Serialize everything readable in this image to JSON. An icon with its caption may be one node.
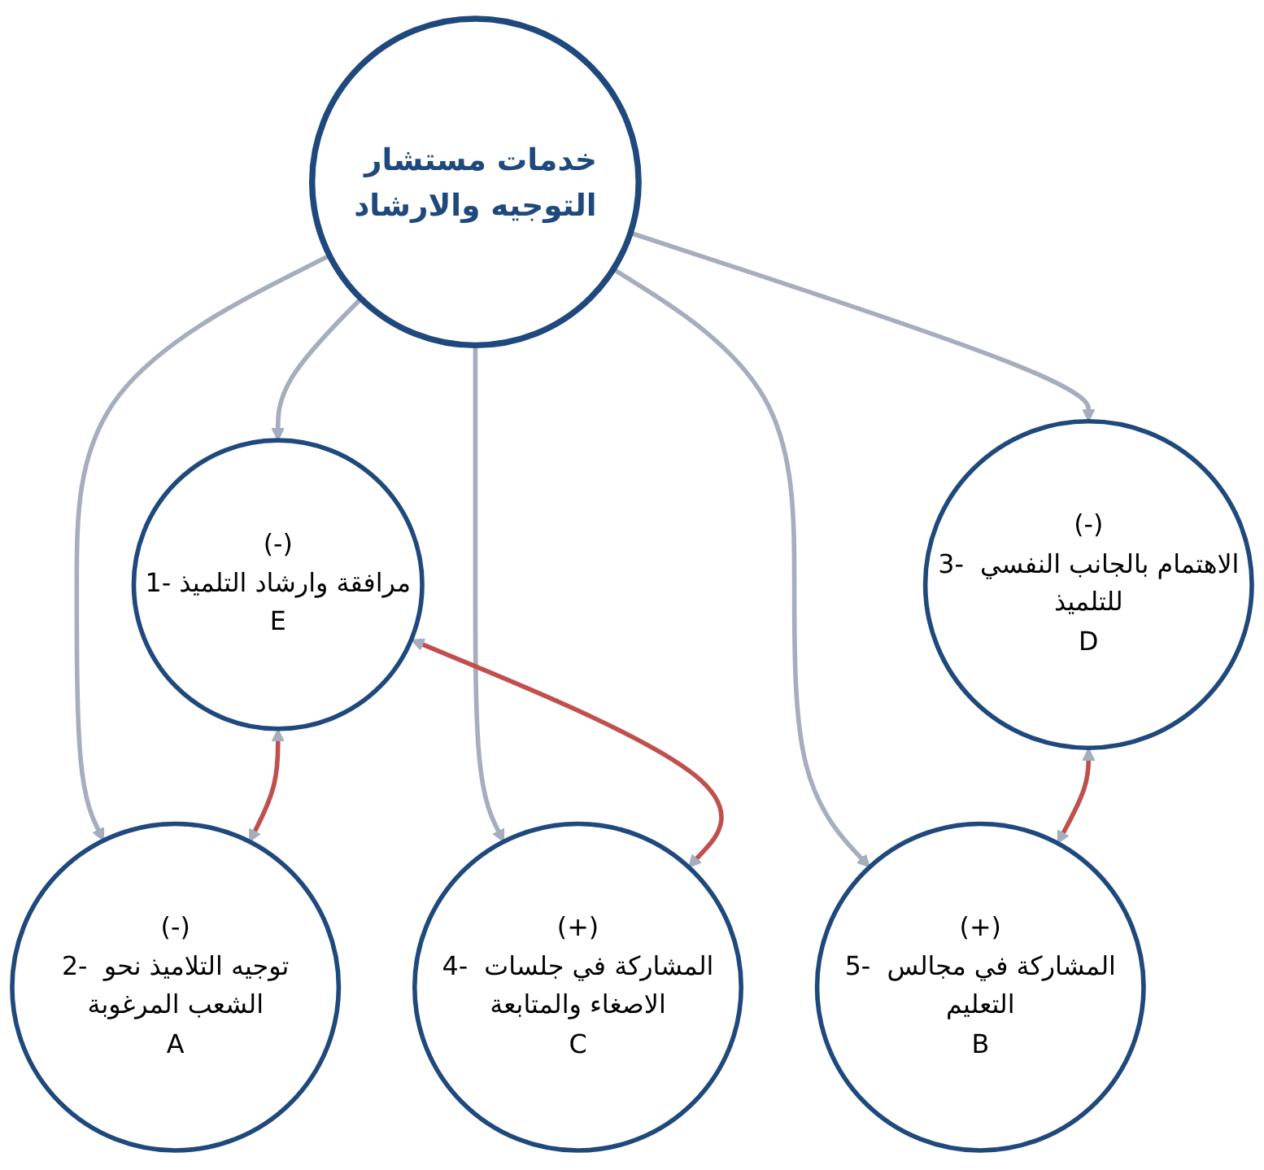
{
  "diagram": {
    "nodes": [
      {
        "text": [
          "خدمات مستشار التوجيه والارشاد"
        ]
      },
      {
        "text": [
          "(-)",
          "1- مرافقة وارشاد التلميذ",
          "E"
        ]
      },
      {
        "text": [
          "(-)",
          "2- توجيه التلاميذ نحو الشعب المرغوبة",
          "A"
        ]
      },
      {
        "text": [
          "(-)",
          "3- الاهتمام بالجانب النفسي للتلميذ",
          "D"
        ]
      },
      {
        "text": [
          "(+)",
          "4- المشاركة في جلسات الاصغاء والمتابعة",
          "C"
        ]
      },
      {
        "text": [
          "(+)",
          "5- المشاركة في مجالس التعليم",
          "B"
        ]
      }
    ],
    "edges": [
      {
        "from": 0,
        "to": 1,
        "arrow": "to"
      },
      {
        "from": 0,
        "to": 2,
        "arrow": "to"
      },
      {
        "from": 0,
        "to": 3,
        "arrow": "to"
      },
      {
        "from": 0,
        "to": 4,
        "arrow": "to"
      },
      {
        "from": 0,
        "to": 5,
        "arrow": "to"
      },
      {
        "from": 1,
        "to": 2,
        "arrow": "both",
        "color": "#c0504d"
      },
      {
        "from": 1,
        "to": 4,
        "arrow": "both",
        "color": "#c0504d"
      },
      {
        "from": 3,
        "to": 5,
        "arrow": "both",
        "color": "#c0504d"
      }
    ]
  }
}
